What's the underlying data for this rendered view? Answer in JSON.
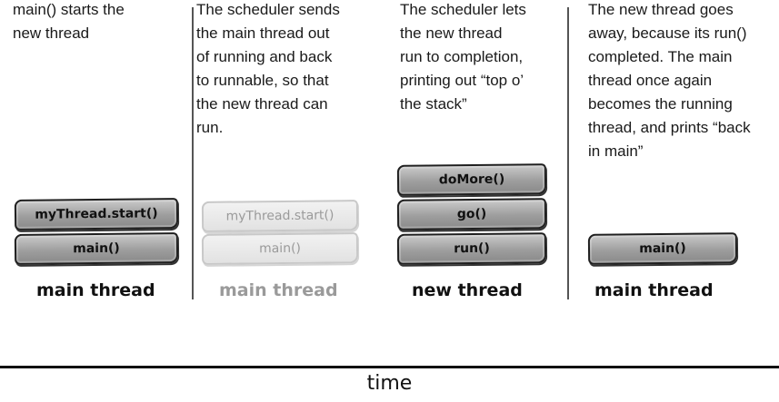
{
  "panels": [
    {
      "description": "main() starts the\nnew thread",
      "stack": [
        "myThread.start()",
        "main()"
      ],
      "thread_label": "main thread",
      "faded": false
    },
    {
      "description": "The scheduler sends\nthe main thread out\nof running and back\nto runnable, so that\nthe new thread can\nrun.",
      "stack": [
        "myThread.start()",
        "main()"
      ],
      "thread_label": "main thread",
      "faded": true
    },
    {
      "description": "The scheduler lets\nthe new thread\nrun to completion,\nprinting out “top o’\nthe stack”",
      "stack": [
        "doMore()",
        "go()",
        "run()"
      ],
      "thread_label": "new thread",
      "faded": false
    },
    {
      "description": "The new thread goes\naway, because its run()\ncompleted. The main\nthread once again\nbecomes the running\nthread, and prints “back\nin main”",
      "stack": [
        "main()"
      ],
      "thread_label": "main thread",
      "faded": false
    }
  ],
  "axis_label": "time"
}
